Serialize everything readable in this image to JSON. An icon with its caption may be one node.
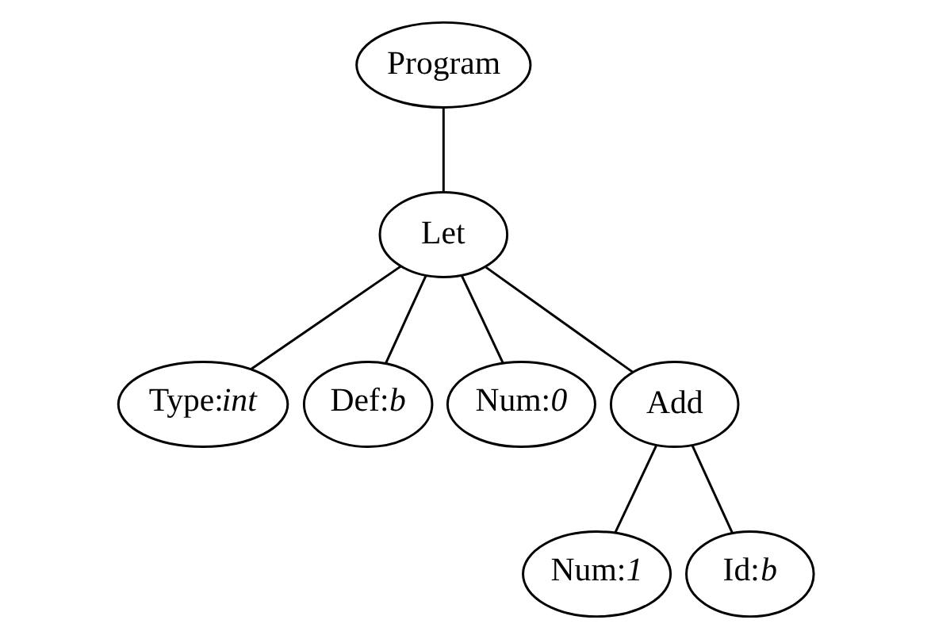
{
  "diagram": {
    "nodes": [
      {
        "text": [
          "Program"
        ]
      },
      {
        "text": [
          "Let"
        ]
      },
      {
        "text": [
          "Type:*int*"
        ]
      },
      {
        "text": [
          "Def:*b*"
        ]
      },
      {
        "text": [
          "Num:*0*"
        ]
      },
      {
        "text": [
          "Add"
        ]
      },
      {
        "text": [
          "Num:*1*"
        ]
      },
      {
        "text": [
          "Id:*b*"
        ]
      }
    ],
    "edges": [
      {
        "from": 0,
        "to": 1,
        "arrow": "none"
      },
      {
        "from": 1,
        "to": 2,
        "arrow": "none"
      },
      {
        "from": 1,
        "to": 3,
        "arrow": "none"
      },
      {
        "from": 1,
        "to": 4,
        "arrow": "none"
      },
      {
        "from": 1,
        "to": 5,
        "arrow": "none"
      },
      {
        "from": 5,
        "to": 6,
        "arrow": "none"
      },
      {
        "from": 5,
        "to": 7,
        "arrow": "none"
      }
    ]
  }
}
